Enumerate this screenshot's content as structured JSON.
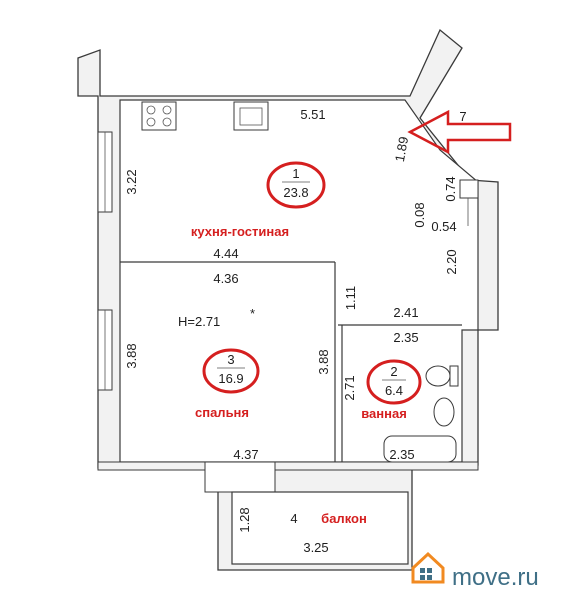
{
  "rooms": [
    {
      "number": "1",
      "area": "23.8",
      "name": "кухня-гостиная"
    },
    {
      "number": "3",
      "area": "16.9",
      "name": "спальня"
    },
    {
      "number": "2",
      "area": "6.4",
      "name": "ванная"
    },
    {
      "number": "4",
      "name": "балкон"
    }
  ],
  "ceiling_height": "H=2.71",
  "ceiling_mark": "*",
  "dimensions": {
    "kitchen_top": "5.51",
    "kitchen_left": "3.22",
    "bedroom_top_outer": "4.44",
    "bedroom_top_inner": "4.36",
    "partition_short": "1.11",
    "bedroom_left": "3.88",
    "bedroom_right": "3.88",
    "bath_top_outer": "2.41",
    "bath_top_inner": "2.35",
    "bath_left": "2.71",
    "bath_bottom": "2.35",
    "bedroom_bottom": "4.37",
    "balcony_side": "1.28",
    "balcony_bottom": "3.25",
    "entry_diag": "1.89",
    "entry_a": "0.74",
    "entry_b": "0.08",
    "entry_c": "0.54",
    "corridor": "2.20",
    "entry_mark": "7"
  },
  "watermark": {
    "text": "move.ru",
    "colors": {
      "house": "#f18a21",
      "text": "#3f6f86"
    }
  },
  "highlight_color": "#d51f1f"
}
